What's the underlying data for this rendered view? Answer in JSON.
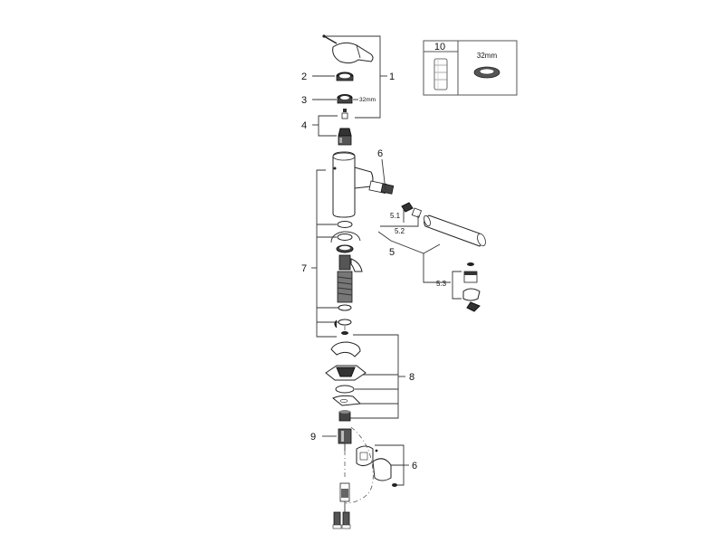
{
  "callouts": {
    "c1": "1",
    "c2": "2",
    "c3": "3",
    "c4": "4",
    "c5": "5",
    "c5_1": "5.1",
    "c5_2": "5.2",
    "c5_3": "5.3",
    "c6_top": "6",
    "c6_bottom": "6",
    "c7": "7",
    "c8": "8",
    "c9": "9"
  },
  "dimensions": {
    "seal_size": "32mm"
  },
  "inset": {
    "number": "10",
    "size": "32mm"
  },
  "colors": {
    "line": "#222222",
    "dark_part": "#333333",
    "shaded_part": "#9a9a9a",
    "inset_border": "#555555"
  }
}
